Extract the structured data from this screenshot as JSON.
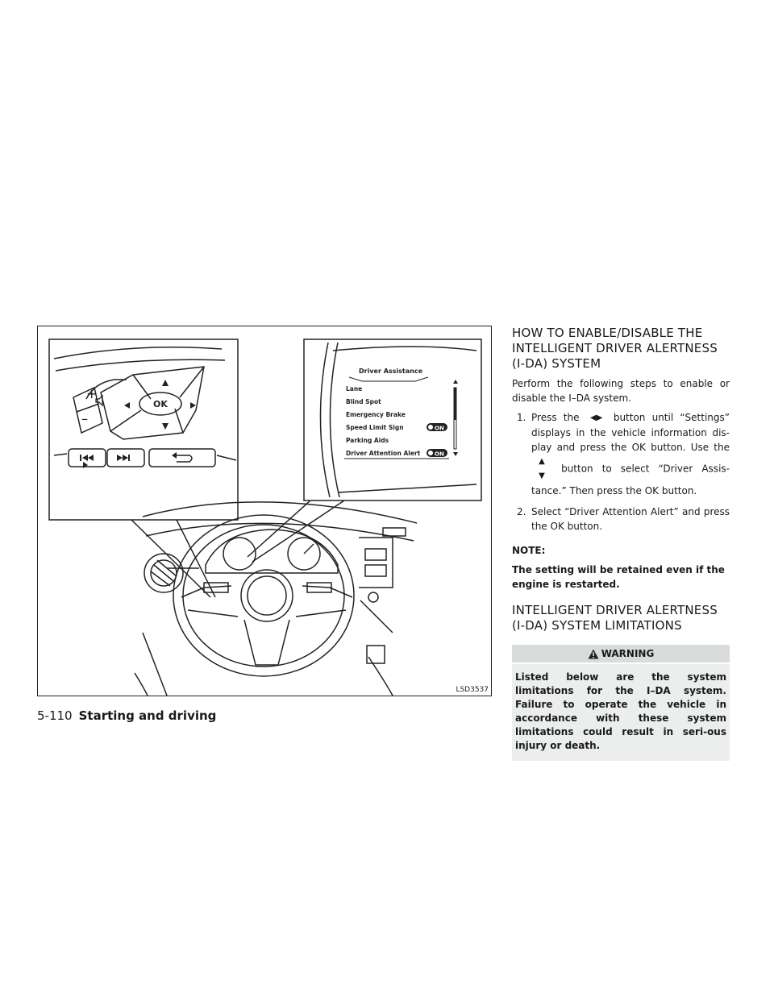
{
  "figure": {
    "code": "LSD3537",
    "buttons": {
      "ok": "OK",
      "plus": "+",
      "minus": "–"
    },
    "display": {
      "title": "Driver Assistance",
      "items": [
        {
          "label": "Lane",
          "state": ""
        },
        {
          "label": "Blind Spot",
          "state": ""
        },
        {
          "label": "Emergency Brake",
          "state": ""
        },
        {
          "label": "Speed Limit Sign",
          "state": "ON"
        },
        {
          "label": "Parking Aids",
          "state": ""
        },
        {
          "label": "Driver Attention Alert",
          "state": "ON"
        }
      ]
    }
  },
  "section1": {
    "heading_lines": [
      "HOW TO ENABLE/DISABLE THE",
      "INTELLIGENT DRIVER ALERTNESS",
      "(I-DA) SYSTEM"
    ],
    "intro": "Perform the following steps to enable or disable the I–DA system.",
    "steps": [
      {
        "num": "1.",
        "part1": "Press the",
        "icon1": "left-right-arrows-icon",
        "part2": "button until “Settings” displays in the vehicle information dis-play and press the OK button. Use the",
        "icon2": "up-down-arrows-icon",
        "part3": "button to select “Driver Assis-tance.” Then press the OK button."
      },
      {
        "num": "2.",
        "text": "Select “Driver Attention Alert” and press the OK button."
      }
    ],
    "note_head": "NOTE:",
    "note": "The setting will be retained even if the engine is restarted."
  },
  "section2": {
    "heading_lines": [
      "INTELLIGENT DRIVER ALERTNESS",
      "(I-DA) SYSTEM LIMITATIONS"
    ],
    "warning_label": "WARNING",
    "warning_text": "Listed below are the system limitations for the I–DA system. Failure to operate the vehicle in accordance with these system limitations could result in seri-ous injury or death."
  },
  "footer": {
    "page_number": "5-110",
    "section": "Starting and driving"
  }
}
